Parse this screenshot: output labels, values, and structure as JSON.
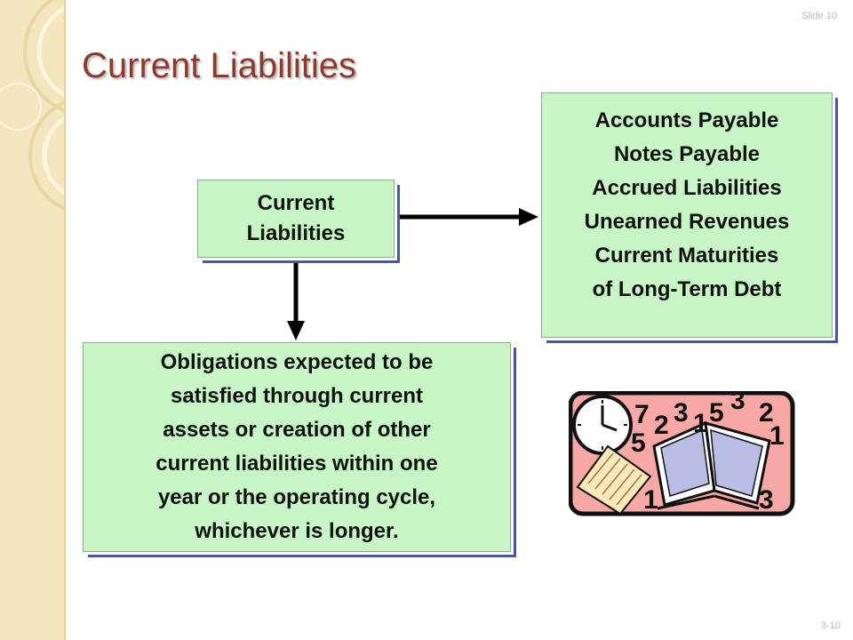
{
  "slide": {
    "title": "Current Liabilities",
    "slide_number": "Slide 10",
    "page_code": "3-10"
  },
  "diagram": {
    "current_box": {
      "lines": [
        "Current",
        "Liabilities"
      ]
    },
    "examples_box": {
      "lines": [
        "Accounts Payable",
        "Notes Payable",
        "Accrued Liabilities",
        "Unearned Revenues",
        "Current Maturities",
        "of Long-Term Debt"
      ]
    },
    "definition_box": {
      "lines": [
        "Obligations expected to be",
        "satisfied through current",
        "assets or creation of other",
        "current liabilities within one",
        "year or the operating cycle,",
        "whichever is longer."
      ]
    }
  },
  "clipart": {
    "digits": [
      "7",
      "2",
      "3",
      "1",
      "5",
      "3",
      "2",
      "1",
      "5",
      "1",
      "3"
    ]
  },
  "colors": {
    "title": "#8b3a2b",
    "box_fill": "#c7f5c6",
    "box_shadow": "#4a55a0",
    "sidebar": "#f3e6bf",
    "clipart_background": "#f7a7a4"
  }
}
